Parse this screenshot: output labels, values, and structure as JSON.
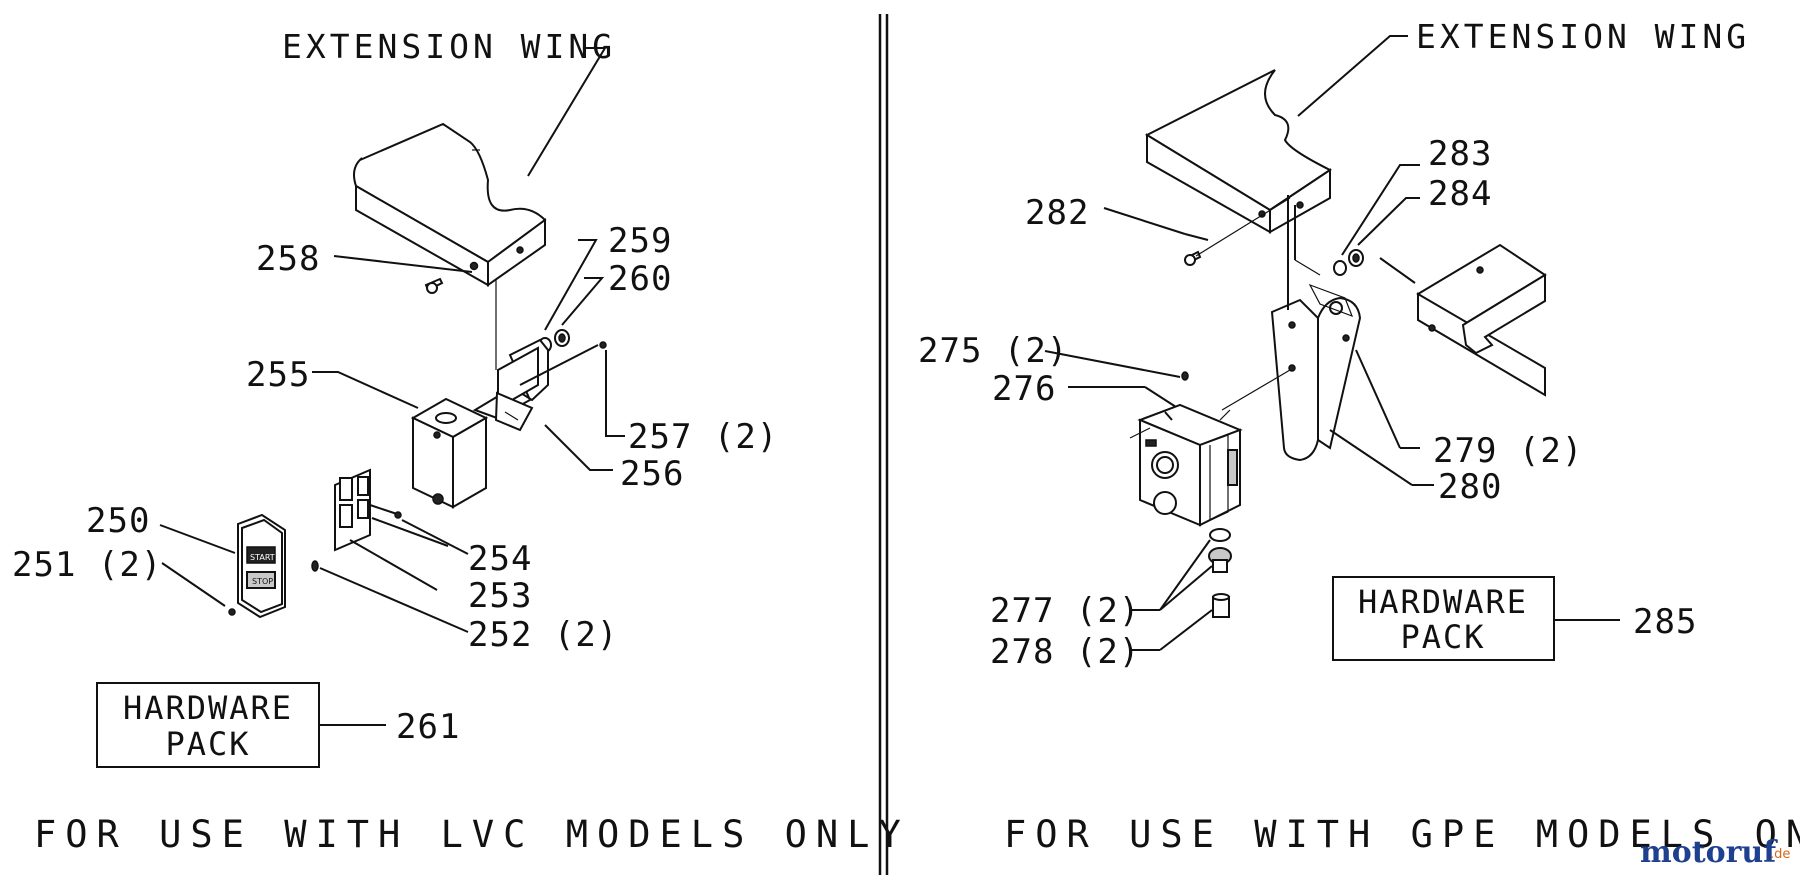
{
  "left_panel": {
    "header": "EXTENSION WING",
    "caption": "FOR USE WITH LVC MODELS ONLY",
    "hardware_pack": {
      "line1": "HARDWARE",
      "line2": "PACK",
      "part": "261"
    },
    "callouts": {
      "p250": "250",
      "p251": "251 (2)",
      "p252": "252 (2)",
      "p253": "253",
      "p254": "254",
      "p255": "255",
      "p256": "256",
      "p257": "257 (2)",
      "p258": "258",
      "p259": "259",
      "p260": "260"
    },
    "switch_labels": {
      "start": "START",
      "stop": "STOP"
    }
  },
  "right_panel": {
    "header": "EXTENSION WING",
    "caption": "FOR USE WITH GPE MODELS ONLY",
    "hardware_pack": {
      "line1": "HARDWARE",
      "line2": "PACK",
      "part": "285"
    },
    "callouts": {
      "p275": "275 (2)",
      "p276": "276",
      "p277": "277 (2)",
      "p278": "278 (2)",
      "p279": "279 (2)",
      "p280": "280",
      "p282": "282",
      "p283": "283",
      "p284": "284"
    }
  },
  "watermark": {
    "brand": "motoruf",
    "tld": ".de",
    "colors": [
      "#1f3f8f",
      "#d9661a"
    ]
  }
}
